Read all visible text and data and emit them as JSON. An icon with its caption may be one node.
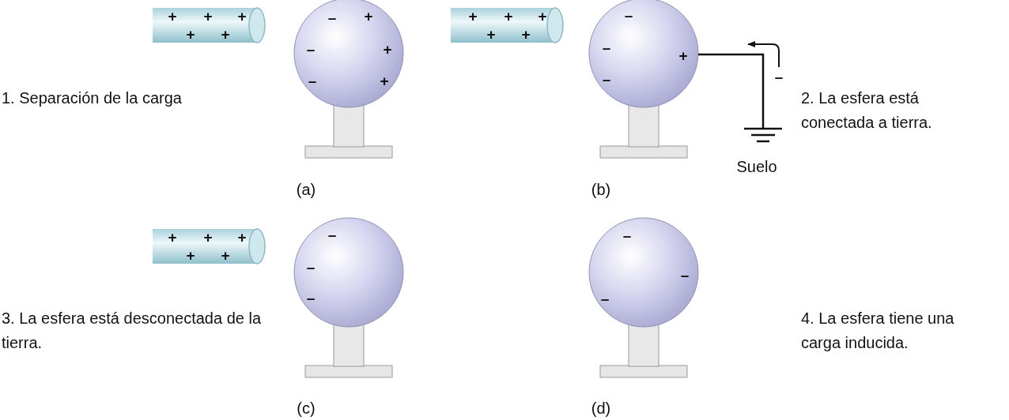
{
  "diagram": {
    "labels": [
      "+",
      "+",
      "+",
      "+",
      "+",
      "–",
      "+",
      "–",
      "+",
      "–",
      "+",
      "1. Separación de la carga",
      "(a)",
      "+",
      "+",
      "+",
      "+",
      "+",
      "–",
      "–",
      "+",
      "–",
      "–",
      "2. La esfera está conectada a tierra.",
      "Suelo",
      "(b)",
      "+",
      "+",
      "+",
      "+",
      "+",
      "–",
      "–",
      "–",
      "3. La esfera está desconectada de la tierra.",
      "(c)",
      "–",
      "–",
      "–",
      "4. La esfera tiene una carga inducida.",
      "(d)"
    ]
  }
}
